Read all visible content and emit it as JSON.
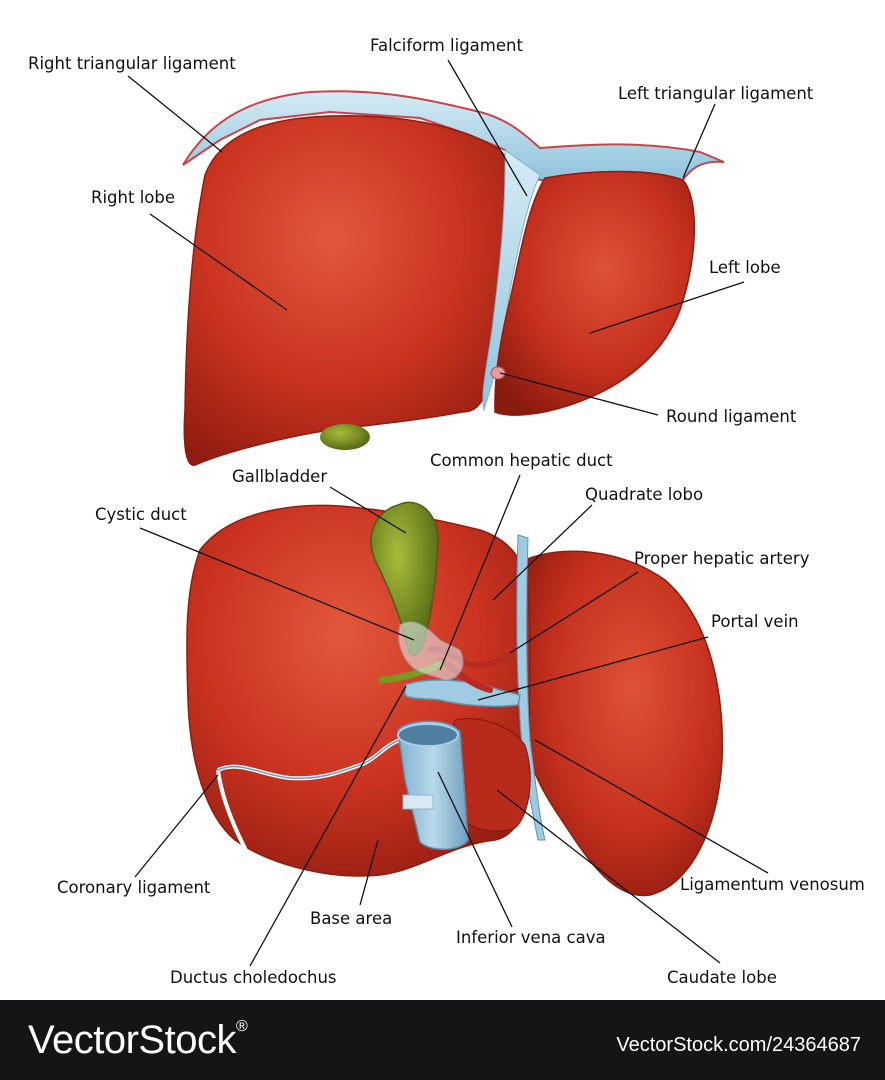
{
  "labels": {
    "right_triangular_ligament": "Right triangular ligament",
    "falciform_ligament": "Falciform ligament",
    "left_triangular_ligament": "Left triangular ligament",
    "right_lobe": "Right lobe",
    "left_lobe": "Left lobe",
    "round_ligament": "Round ligament",
    "gallbladder": "Gallbladder",
    "common_hepatic_duct": "Common hepatic duct",
    "cystic_duct": "Cystic duct",
    "quadrate_lobo": "Quadrate lobo",
    "proper_hepatic_artery": "Proper hepatic artery",
    "portal_vein": "Portal vein",
    "coronary_ligament": "Coronary ligament",
    "ligamentum_venosum": "Ligamentum venosum",
    "base_area": "Base area",
    "inferior_vena_cava": "Inferior vena cava",
    "ductus_choledochus": "Ductus choledochus",
    "caudate_lobe": "Caudate lobe"
  },
  "footer": {
    "brand": "VectorStock",
    "registered": "®",
    "image_id": "VectorStock.com/24364687"
  },
  "colors": {
    "liver": "#c8321f",
    "liver_dark": "#8e1d10",
    "ligament": "#a9d4e8",
    "gallbladder": "#6f8a1e",
    "artery": "#c0392b",
    "vein": "#9cc6de",
    "footer_bg": "#151517"
  }
}
